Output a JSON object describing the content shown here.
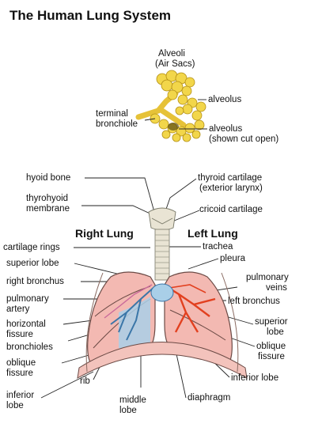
{
  "title": "The Human Lung System",
  "alveoli_section": {
    "heading_line1": "Alveoli",
    "heading_line2": "(Air Sacs)",
    "alveolus": "alveolus",
    "terminal_line1": "terminal",
    "terminal_line2": "bronchiole",
    "cut_line1": "alveolus",
    "cut_line2": "(shown cut open)"
  },
  "lung_headings": {
    "right": "Right Lung",
    "left": "Left Lung"
  },
  "labels_left": {
    "hyoid_bone": "hyoid bone",
    "thyrohyoid_1": "thyrohyoid",
    "thyrohyoid_2": "membrane",
    "cartilage_rings": "cartilage rings",
    "superior_lobe": "superior lobe",
    "right_bronchus": "right bronchus",
    "pulmonary_artery_1": "pulmonary",
    "pulmonary_artery_2": "artery",
    "horizontal_fissure_1": "horizontal",
    "horizontal_fissure_2": "fissure",
    "bronchioles": "bronchioles",
    "oblique_fissure_1": "oblique",
    "oblique_fissure_2": "fissure",
    "rib": "rib",
    "inferior_lobe_1": "inferior",
    "inferior_lobe_2": "lobe",
    "middle_lobe_1": "middle",
    "middle_lobe_2": "lobe"
  },
  "labels_right": {
    "thyroid_cartilage_1": "thyroid cartilage",
    "thyroid_cartilage_2": "(exterior larynx)",
    "cricoid_cartilage": "cricoid cartilage",
    "trachea": "trachea",
    "pleura": "pleura",
    "pulmonary_veins_1": "pulmonary",
    "pulmonary_veins_2": "veins",
    "left_bronchus": "left bronchus",
    "superior_lobe_1": "superior",
    "superior_lobe_2": "lobe",
    "oblique_fissure_1": "oblique",
    "oblique_fissure_2": "fissure",
    "inferior_lobe": "inferior lobe",
    "diaphragm": "diaphragm"
  },
  "colors": {
    "alveoli": "#f2d64a",
    "lung_pink": "#f3b9b2",
    "bronchi_blue": "#a9cfe8",
    "vessel_red": "#e2401f",
    "diaphragm": "#f3c3bc",
    "cartilage": "#e9e4d4"
  }
}
